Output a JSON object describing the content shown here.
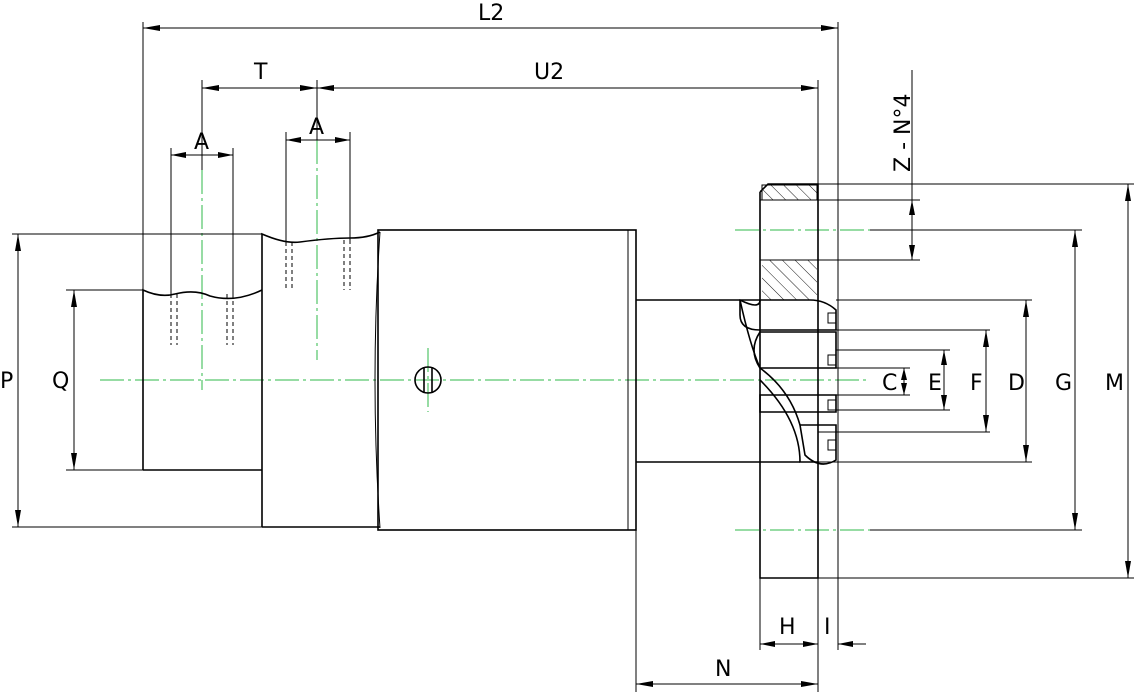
{
  "labels": {
    "L2": "L2",
    "T": "T",
    "U2": "U2",
    "A1": "A",
    "A2": "A",
    "Z": "Z - N°4",
    "P": "P",
    "Q": "Q",
    "C": "C",
    "E": "E",
    "F": "F",
    "D": "D",
    "G": "G",
    "M": "M",
    "H": "H",
    "I": "I",
    "N": "N"
  },
  "colors": {
    "line": "#000000",
    "centerline": "#2fb84a",
    "background": "#ffffff"
  }
}
